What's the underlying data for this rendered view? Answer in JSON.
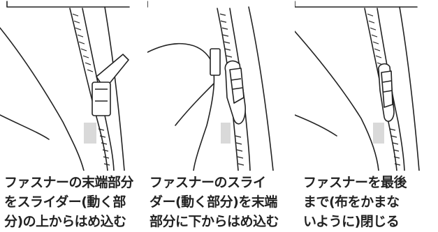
{
  "steps": [
    {
      "lines": [
        "ファスナーの末端部分",
        "をスライダー(動く部",
        "分)の上からはめ込む"
      ]
    },
    {
      "lines": [
        "ファスナーのスライ",
        "ダー(動く部分)を末端",
        "部分に下からはめ込む"
      ]
    },
    {
      "lines": [
        "ファスナーを最後",
        "まで(布をかまな",
        "いように)閉じる"
      ]
    }
  ],
  "colors": {
    "line": "#222222",
    "shadow": "#d9d9d9",
    "text": "#222222"
  }
}
